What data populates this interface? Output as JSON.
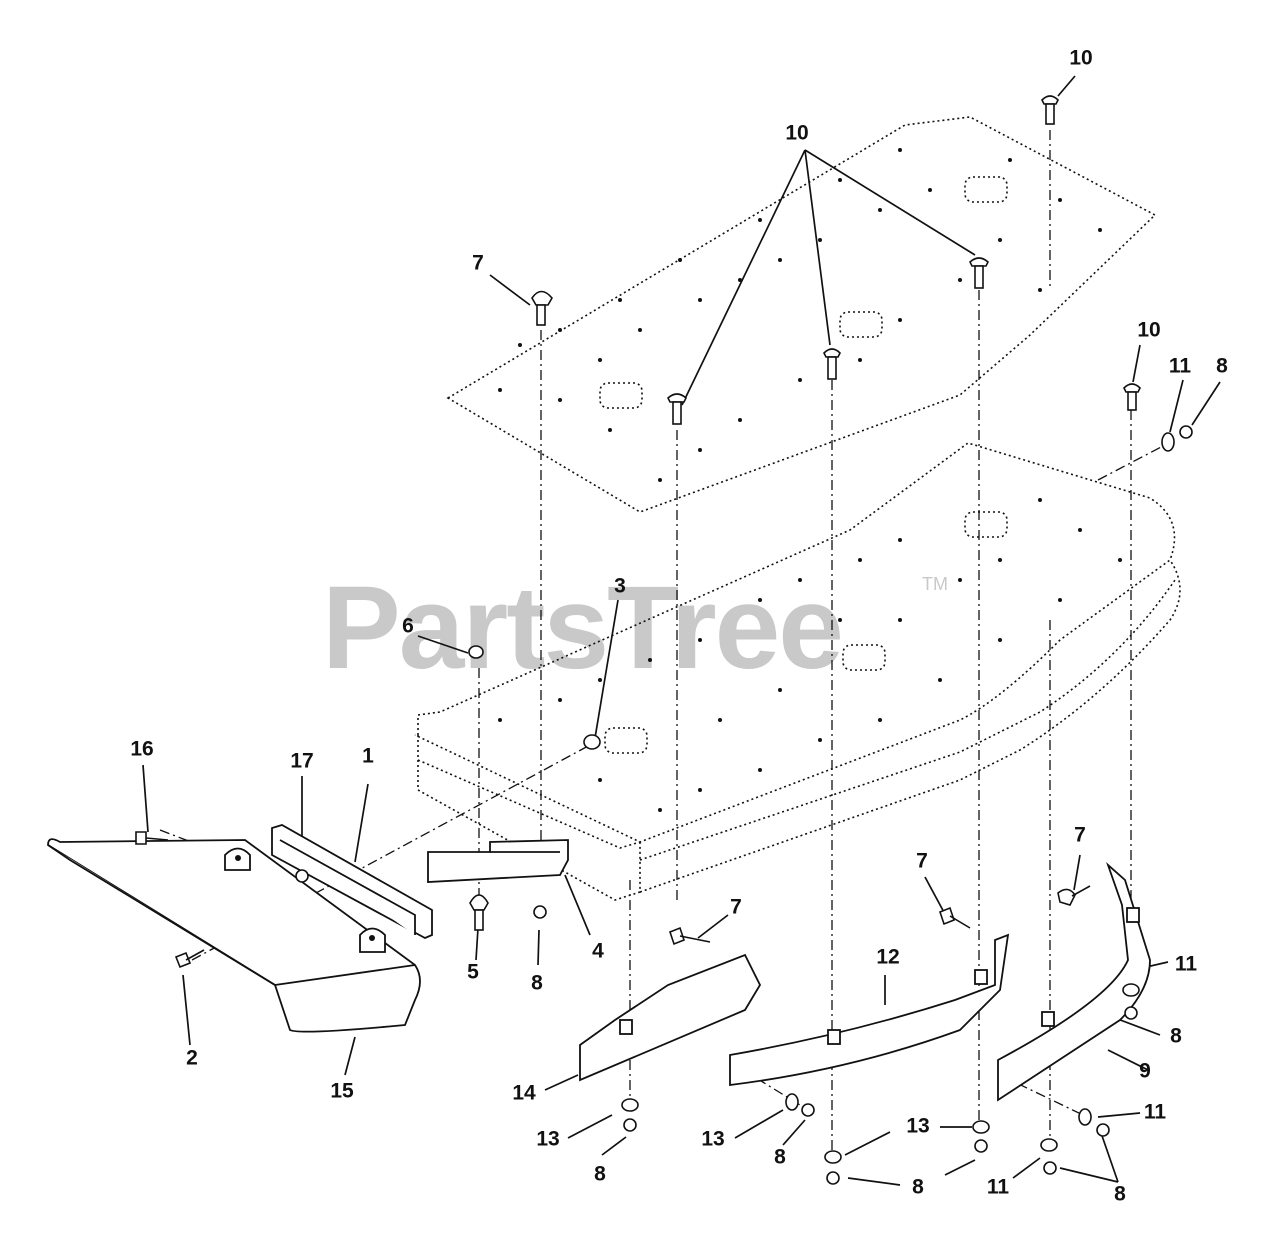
{
  "watermark": {
    "text": "PartsTree",
    "trademark": "TM"
  },
  "callouts": [
    {
      "id": "c10a",
      "text": "10"
    },
    {
      "id": "c10b",
      "text": "10"
    },
    {
      "id": "c7a",
      "text": "7"
    },
    {
      "id": "c10c",
      "text": "10"
    },
    {
      "id": "c11a",
      "text": "11"
    },
    {
      "id": "c8a",
      "text": "8"
    },
    {
      "id": "c3",
      "text": "3"
    },
    {
      "id": "c6",
      "text": "6"
    },
    {
      "id": "c16",
      "text": "16"
    },
    {
      "id": "c17",
      "text": "17"
    },
    {
      "id": "c1",
      "text": "1"
    },
    {
      "id": "c4",
      "text": "4"
    },
    {
      "id": "c5",
      "text": "5"
    },
    {
      "id": "c8b",
      "text": "8"
    },
    {
      "id": "c7b",
      "text": "7"
    },
    {
      "id": "c7c",
      "text": "7"
    },
    {
      "id": "c7d",
      "text": "7"
    },
    {
      "id": "c12",
      "text": "12"
    },
    {
      "id": "c11b",
      "text": "11"
    },
    {
      "id": "c8c",
      "text": "8"
    },
    {
      "id": "c9",
      "text": "9"
    },
    {
      "id": "c2",
      "text": "2"
    },
    {
      "id": "c15",
      "text": "15"
    },
    {
      "id": "c14",
      "text": "14"
    },
    {
      "id": "c11c",
      "text": "11"
    },
    {
      "id": "c13a",
      "text": "13"
    },
    {
      "id": "c13b",
      "text": "13"
    },
    {
      "id": "c13c",
      "text": "13"
    },
    {
      "id": "c8d",
      "text": "8"
    },
    {
      "id": "c8e",
      "text": "8"
    },
    {
      "id": "c8f",
      "text": "8"
    },
    {
      "id": "c11d",
      "text": "11"
    },
    {
      "id": "c8g",
      "text": "8"
    }
  ]
}
